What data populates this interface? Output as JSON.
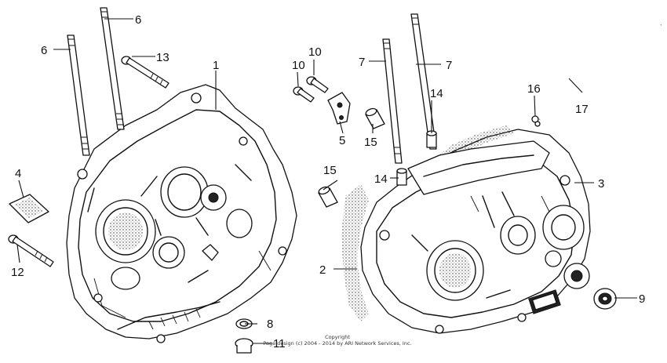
{
  "diagram": {
    "callouts": [
      {
        "id": "c6a",
        "text": "6"
      },
      {
        "id": "c6b",
        "text": "6"
      },
      {
        "id": "c13",
        "text": "13"
      },
      {
        "id": "c1",
        "text": "1"
      },
      {
        "id": "c4",
        "text": "4"
      },
      {
        "id": "c12",
        "text": "12"
      },
      {
        "id": "c8",
        "text": "8"
      },
      {
        "id": "c11",
        "text": "11"
      },
      {
        "id": "c10a",
        "text": "10"
      },
      {
        "id": "c10b",
        "text": "10"
      },
      {
        "id": "c5",
        "text": "5"
      },
      {
        "id": "c15a",
        "text": "15"
      },
      {
        "id": "c15b",
        "text": "15"
      },
      {
        "id": "c7a",
        "text": "7"
      },
      {
        "id": "c7b",
        "text": "7"
      },
      {
        "id": "c14a",
        "text": "14"
      },
      {
        "id": "c14b",
        "text": "14"
      },
      {
        "id": "c16",
        "text": "16"
      },
      {
        "id": "c17",
        "text": "17"
      },
      {
        "id": "c3",
        "text": "3"
      },
      {
        "id": "c2",
        "text": "2"
      },
      {
        "id": "c9",
        "text": "9"
      }
    ],
    "copyright_line1": "Copyright",
    "copyright_line2": "Page design (c) 2004 - 2014 by ARI Network Services, Inc."
  }
}
